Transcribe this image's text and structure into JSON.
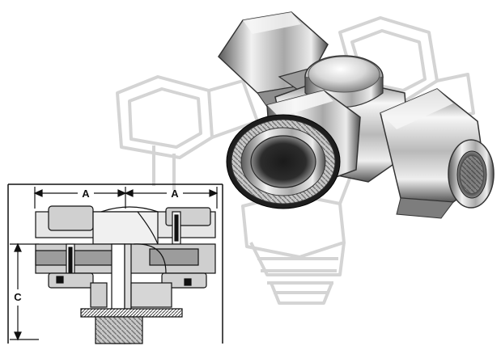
{
  "figure": {
    "dimension_labels": {
      "left_width": "A",
      "right_width": "A",
      "height": "C"
    }
  },
  "colors": {
    "outline_sketch": "#d6d6d6",
    "drawing_stroke": "#111111",
    "steel_light": "#f4f4f4",
    "steel_mid": "#a9a9a9",
    "steel_dark": "#3a3a3a",
    "section_fill": "#d9d9d9"
  }
}
